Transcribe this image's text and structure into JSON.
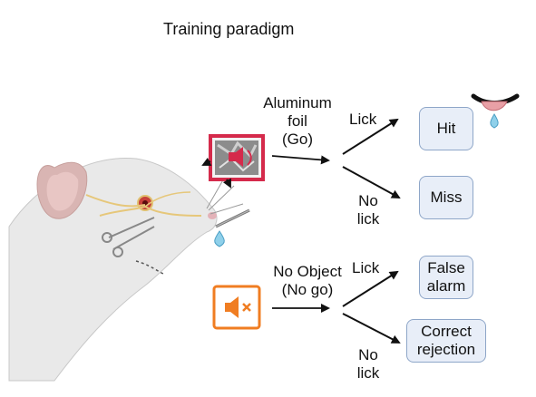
{
  "title": "Training paradigm",
  "go": {
    "stimulus_line1": "Aluminum",
    "stimulus_line2": "foil",
    "stimulus_line3": "(Go)",
    "lick": "Lick",
    "nolick_line1": "No",
    "nolick_line2": "lick",
    "outcome_lick": "Hit",
    "outcome_nolick": "Miss"
  },
  "nogo": {
    "stimulus_line1": "No Object",
    "stimulus_line2": "(No go)",
    "lick": "Lick",
    "nolick_line1": "No",
    "nolick_line2": "lick",
    "outcome_lick_line1": "False",
    "outcome_lick_line2": "alarm",
    "outcome_nolick_line1": "Correct",
    "outcome_nolick_line2": "rejection"
  },
  "colors": {
    "box_fill": "#e8eef8",
    "box_border": "#8ea6c8",
    "speaker_orange": "#f07d22",
    "mouse_red_frame": "#d52a4b",
    "water_drop": "#8fd0ea"
  }
}
